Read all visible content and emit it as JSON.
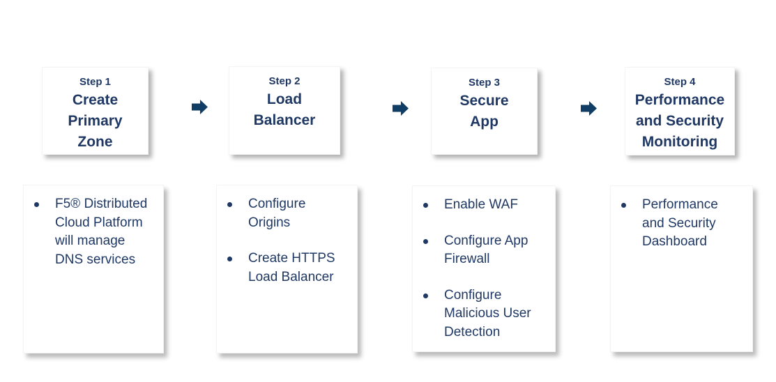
{
  "colors": {
    "text_navy": "#1f3864",
    "arrow_blue": "#0f3d63",
    "card_background": "#ffffff",
    "page_background": "#ffffff"
  },
  "steps": [
    {
      "label": "Step 1",
      "title": "Create\nPrimary\nZone",
      "bullets": [
        "F5® Distributed\nCloud Platform\nwill manage\nDNS services"
      ]
    },
    {
      "label": "Step 2",
      "title": "Load\nBalancer",
      "bullets": [
        "Configure\nOrigins",
        "Create HTTPS\nLoad Balancer"
      ]
    },
    {
      "label": "Step 3",
      "title": "Secure\nApp",
      "bullets": [
        "Enable WAF",
        "Configure App\nFirewall",
        "Configure\nMalicious User\nDetection"
      ]
    },
    {
      "label": "Step 4",
      "title": "Performance\nand Security\nMonitoring",
      "bullets": [
        "Performance\nand Security\nDashboard"
      ]
    }
  ],
  "arrows": [
    {
      "icon": "right-arrow"
    },
    {
      "icon": "right-arrow"
    },
    {
      "icon": "right-arrow"
    }
  ]
}
